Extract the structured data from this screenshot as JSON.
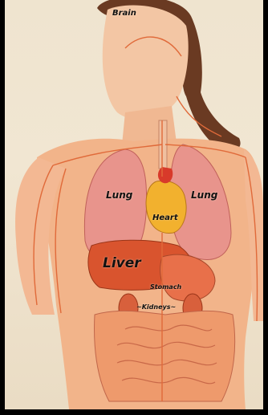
{
  "labels": {
    "brain": "Brain",
    "lung_left": "Lung",
    "lung_right": "Lung",
    "heart": "Heart",
    "liver": "Liver",
    "stomach": "Stomach",
    "kidneys": "~Kidneys~"
  },
  "colors": {
    "background": "#efe4cf",
    "skin": "#f2b48a",
    "lungs": "#e8948c",
    "heart": "#f2b12e",
    "liver": "#d9542e",
    "intestines": "#ee9a6c",
    "vessels": "#e06a3a"
  }
}
